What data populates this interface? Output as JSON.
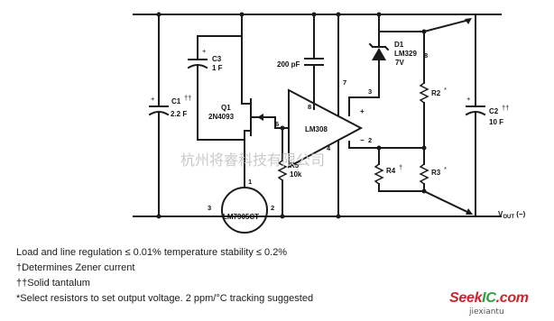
{
  "components": {
    "c1": {
      "name": "C1",
      "mark": "††",
      "value": "2.2 F"
    },
    "c3": {
      "name": "C3",
      "value": "1  F"
    },
    "c200": {
      "value": "200 pF"
    },
    "q1": {
      "name": "Q1",
      "part": "2N4093"
    },
    "r5": {
      "name": "R5",
      "value": "10k"
    },
    "opamp": {
      "part": "LM308"
    },
    "reg": {
      "part": "LM7905CT"
    },
    "d1": {
      "name": "D1",
      "part": "LM329",
      "value": "7V"
    },
    "r2": {
      "name": "R2",
      "mark": "*"
    },
    "r3": {
      "name": "R3",
      "mark": "*"
    },
    "r4": {
      "name": "R4",
      "mark": "†"
    },
    "c2": {
      "name": "C2",
      "mark": "††",
      "value": "10  F"
    },
    "vout": {
      "label": "V",
      "sub": "OUT",
      "suffix": " (−)"
    }
  },
  "pins": {
    "amp_8": "8",
    "amp_7": "7",
    "amp_6": "6",
    "amp_4": "4",
    "amp_3": "3",
    "amp_2": "2",
    "amp_plus": "+",
    "amp_minus": "−",
    "d1_8": "8",
    "reg_1": "1",
    "reg_2": "2",
    "reg_3": "3",
    "c1_plus": "+",
    "c2_plus": "+",
    "c3_plus": "+"
  },
  "notes": [
    "Load and line regulation ≤ 0.01% temperature stability ≤ 0.2%",
    "†Determines Zener current",
    "††Solid tantalum",
    "*Select resistors to set output voltage. 2 ppm/°C tracking suggested"
  ],
  "watermark": "杭州将睿科技有限公司",
  "site_logo": {
    "brand_a": "Seek",
    "brand_b": "IC",
    "brand_c": ".com",
    "domain": "jiexiantu"
  }
}
